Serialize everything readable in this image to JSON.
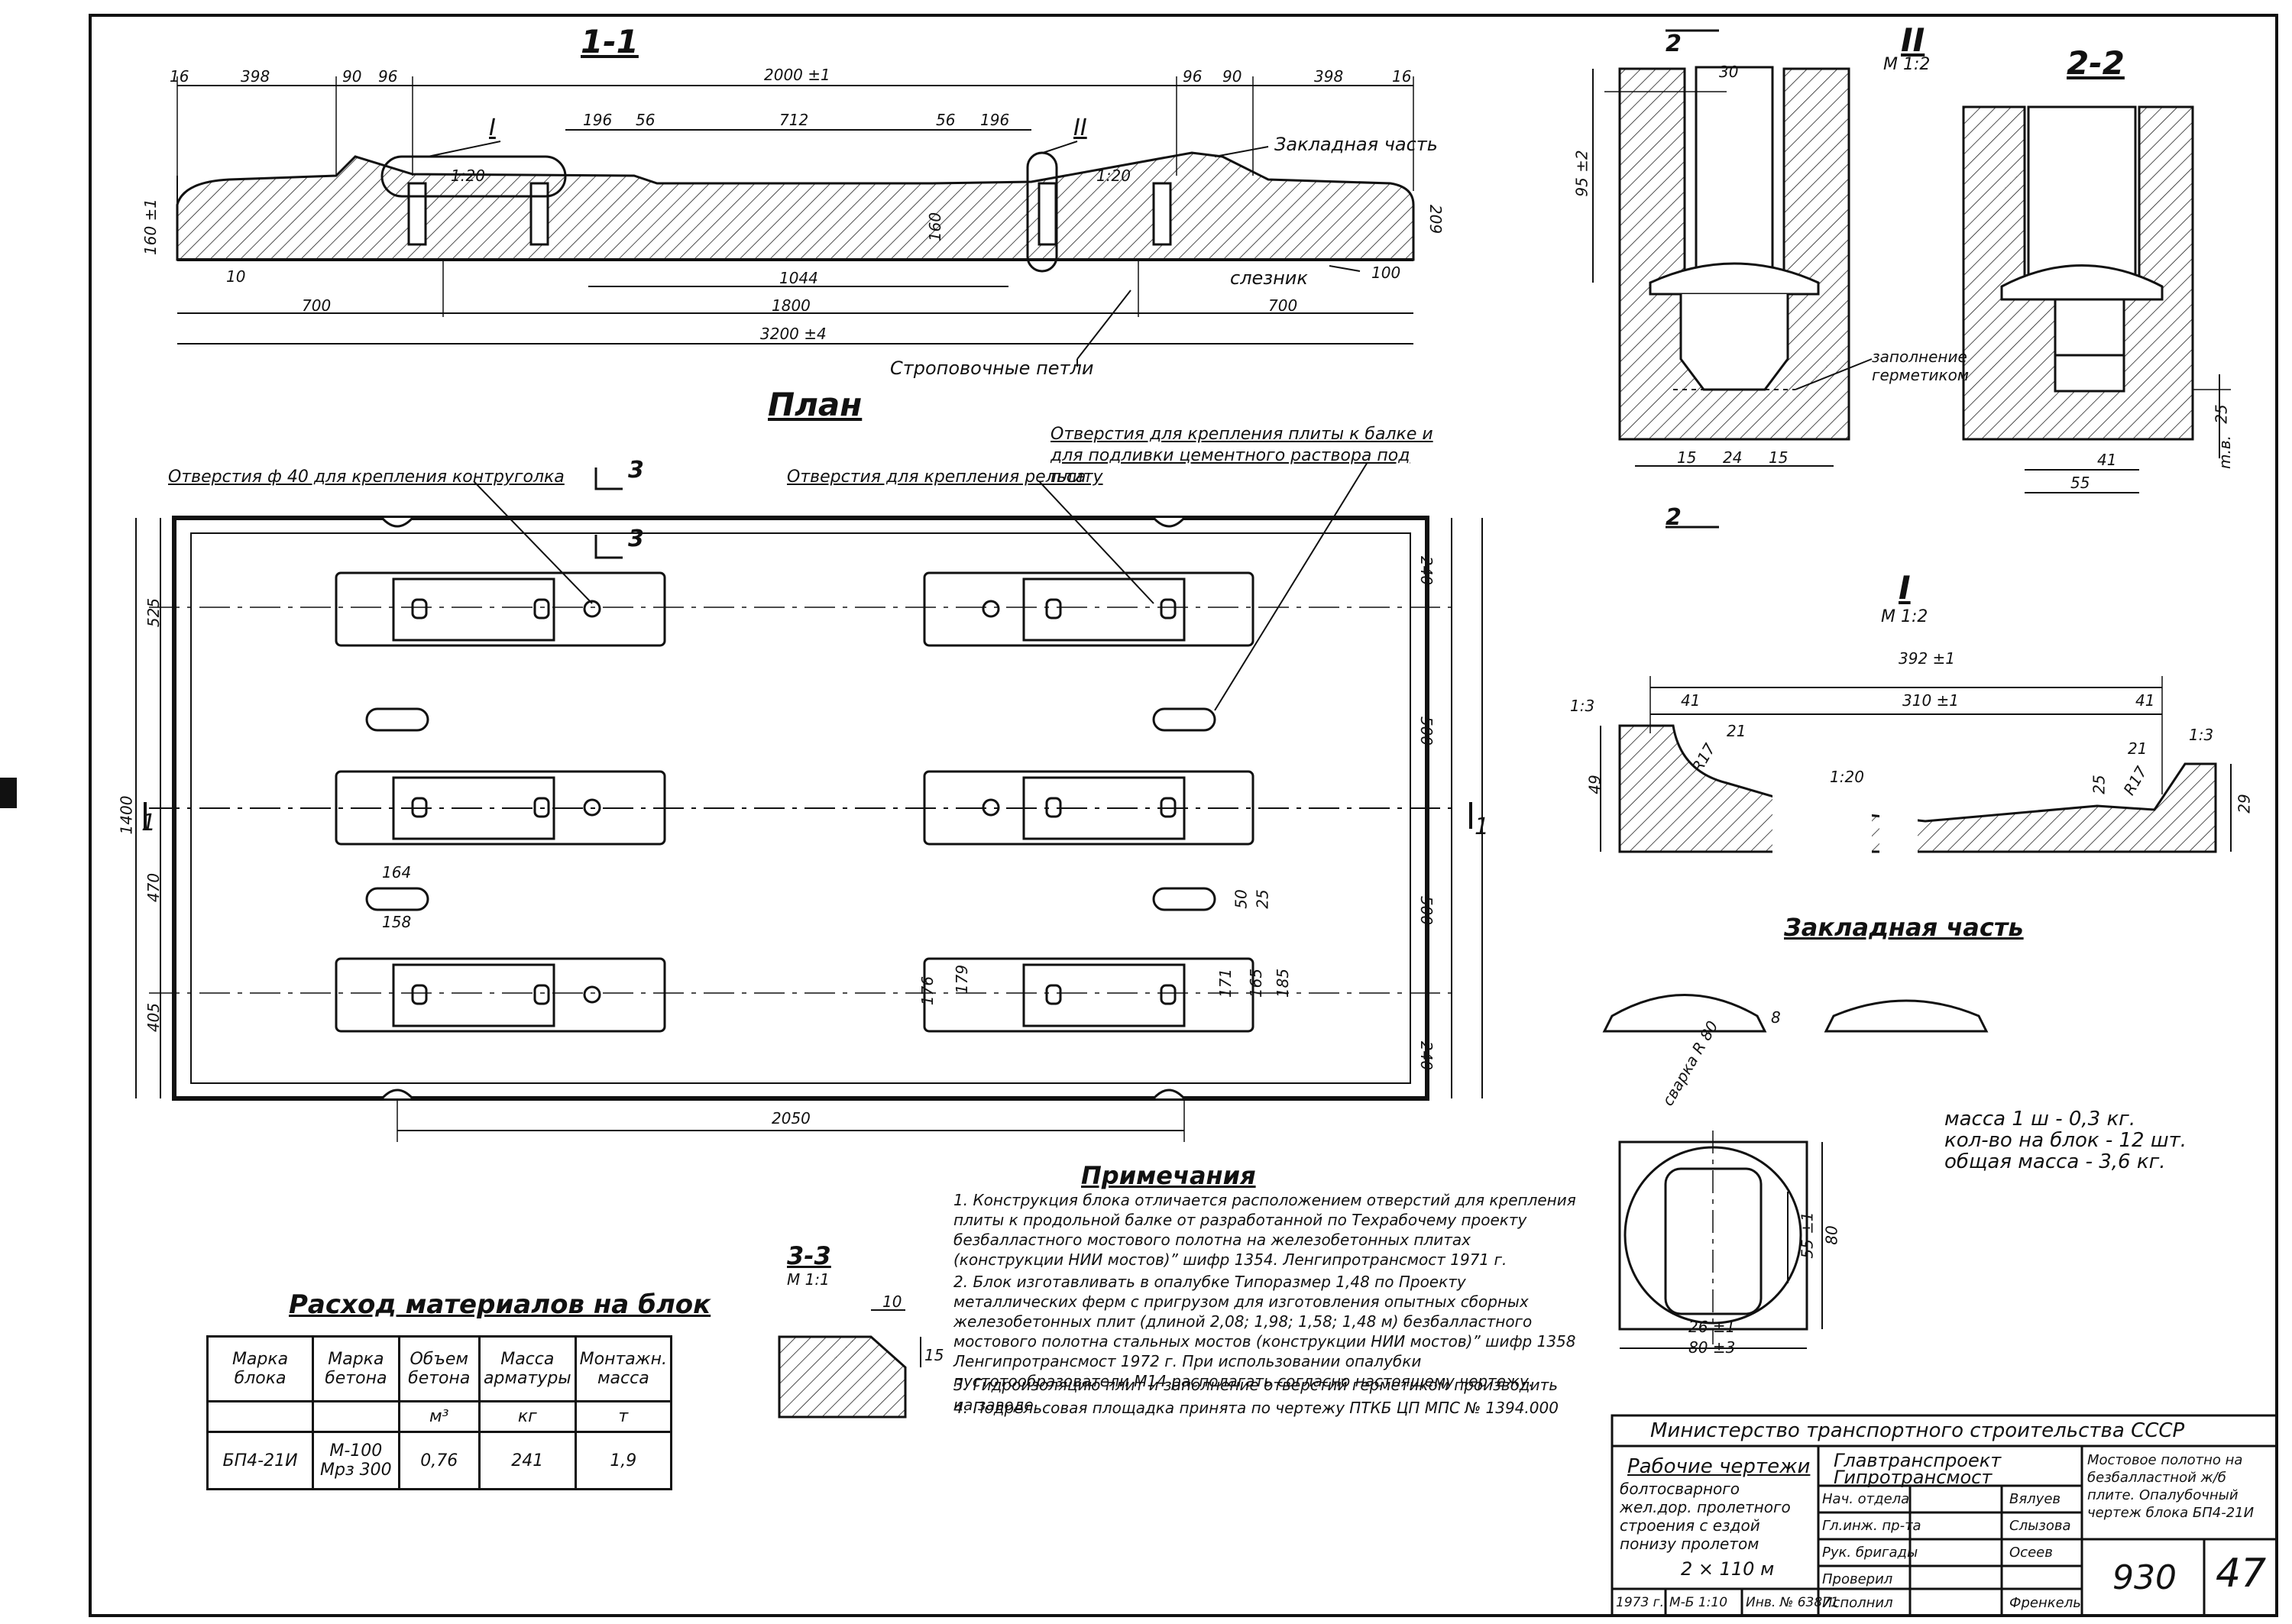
{
  "section_1_1": {
    "title": "1-1",
    "dims_top": [
      "16",
      "398",
      "90",
      "96",
      "2000 ±1",
      "96",
      "90",
      "398",
      "16"
    ],
    "dims_inner": [
      "196",
      "56",
      "712",
      "56",
      "196"
    ],
    "dims_bottom": [
      "1044",
      "700",
      "1800",
      "700",
      "3200 ±4"
    ],
    "height_left": "160 ±1",
    "height_right": "209",
    "height_mid": "160",
    "drop_small": "10",
    "drop_right": "100",
    "slope_left": "1:20",
    "slope_right": "1:20",
    "callout_I": "I",
    "callout_II": "II",
    "label_embedded": "Закладная часть",
    "label_drip": "слезник",
    "label_loops": "Строповочные петли"
  },
  "plan": {
    "title": "План",
    "section_mark": "3",
    "label_holes_guard": "Отверстия ф 40 для крепления контруголка",
    "label_holes_rail": "Отверстия для крепления рельса",
    "label_holes_beam": "Отверстия для крепления плиты к балке и для подливки цементного раствора под плиту",
    "dims_left": [
      "525",
      "470",
      "405"
    ],
    "dim_total_height": "1400",
    "dims_right": [
      "240",
      "500",
      "500",
      "240"
    ],
    "dim_bottom": "2050",
    "slot_dims": [
      "164",
      "158"
    ],
    "pad_dims": [
      "176",
      "179",
      "171",
      "165",
      "185"
    ],
    "small_dims": [
      "50",
      "25"
    ],
    "section_cut": "1"
  },
  "detail_II": {
    "title": "II",
    "scale": "М 1:2",
    "width_top": "30",
    "height": "95 ±2",
    "dims_bottom": [
      "15",
      "24",
      "15"
    ],
    "label_sealant": "заполнение герметиком",
    "cut_mark": "2"
  },
  "section_2_2": {
    "title": "2-2",
    "dims_bottom": [
      "41",
      "55"
    ],
    "dims_side": [
      "25",
      "m.в."
    ]
  },
  "detail_I": {
    "title": "I",
    "scale": "М 1:2",
    "dim_total": "392 ±1",
    "dim_inner": "310 ±1",
    "dim_edges": [
      "41",
      "41"
    ],
    "dims_heights": [
      "49",
      "29",
      "25",
      "21",
      "21"
    ],
    "radius": "R17",
    "radius2": "R17",
    "slope": "1:20",
    "slope_edge": "1:3"
  },
  "embedded_part": {
    "title": "Закладная часть",
    "label_weld": "сварка R 80",
    "height": "8",
    "mass_lines": [
      "масса 1 ш - 0,3 кг.",
      "кол-во на блок - 12 шт.",
      "общая масса - 3,6 кг."
    ],
    "plate_dims": [
      "55 ±1",
      "80",
      "26 ±1",
      "80 ±3"
    ]
  },
  "section_3_3": {
    "title": "3-3",
    "scale": "М 1:1",
    "dims": [
      "10",
      "15"
    ]
  },
  "notes": {
    "title": "Примечания",
    "items": [
      "1. Конструкция блока отличается расположением отверстий для крепления плиты к продольной балке от разработанной по Техрабочему проекту безбалластного мостового полотна на железобетонных плитах (конструкции НИИ мостов)” шифр 1354. Ленгипротрансмост 1971 г.",
      "2. Блок изготавливать в опалубке Типоразмер 1,48 по Проекту металлических ферм с пригрузом для изготовления опытных сборных железобетонных плит (длиной 2,08; 1,98; 1,58; 1,48 м) безбалластного мостового полотна стальных мостов (конструкции НИИ мостов)” шифр 1358 Ленгипротрансмост 1972 г. При использовании опалубки пустотообразователи М14 располагать согласно настоящему чертежу.",
      "3. Гидроизоляцию плит и заполнение отверстий герметиком производить на заводе.",
      "4. Подрельсовая площадка принята по чертежу ПТКБ ЦП МПС № 1394.000"
    ]
  },
  "materials": {
    "title": "Расход материалов на блок",
    "headers": [
      "Марка блока",
      "Марка бетона",
      "Объем бетона",
      "Масса арматуры",
      "Монтажн. масса"
    ],
    "units": [
      "",
      "",
      "м³",
      "кг",
      "т"
    ],
    "rows": [
      [
        "БП4-21И",
        "М-100 Мрз 300",
        "0,76",
        "241",
        "1,9"
      ]
    ]
  },
  "title_block": {
    "ministry": "Министерство транспортного строительства СССР",
    "org1": "Главтранспроект",
    "org2": "Гипротрансмост",
    "work_title": "Рабочие чертежи",
    "project": "болтосварного жел.дор. пролетного строения с ездой понизу пролетом",
    "span": "2 × 110 м",
    "roles": [
      "Нач. отдела",
      "Гл.инж. пр-та",
      "Рук. бригады",
      "Проверил",
      "Исполнил"
    ],
    "names": [
      "Вялуев",
      "Слызова",
      "Осеев",
      "",
      "Френкель"
    ],
    "drawing_name": "Мостовое полотно на безбалластной ж/б плите. Опалубочный чертеж блока БП4-21И",
    "year": "1973 г.",
    "scale": "М-Б 1:10",
    "inv": "Инв. № 63871",
    "sheet_no": "930",
    "page_no": "47"
  }
}
